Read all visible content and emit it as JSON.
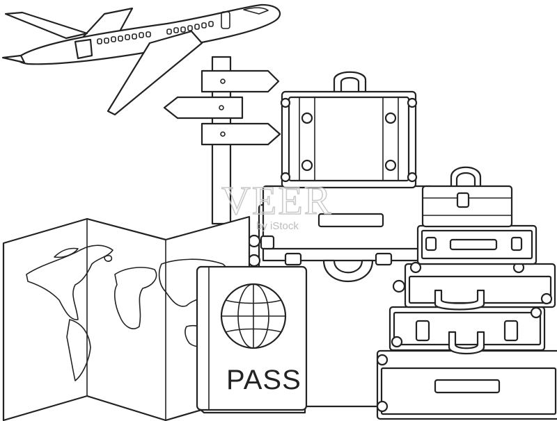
{
  "passport": {
    "label": "PASS"
  },
  "watermark": {
    "brand": "VEER",
    "byline": "by iStock"
  },
  "colors": {
    "line": "#222222",
    "background": "#ffffff",
    "watermark": "#c9c9c9"
  }
}
